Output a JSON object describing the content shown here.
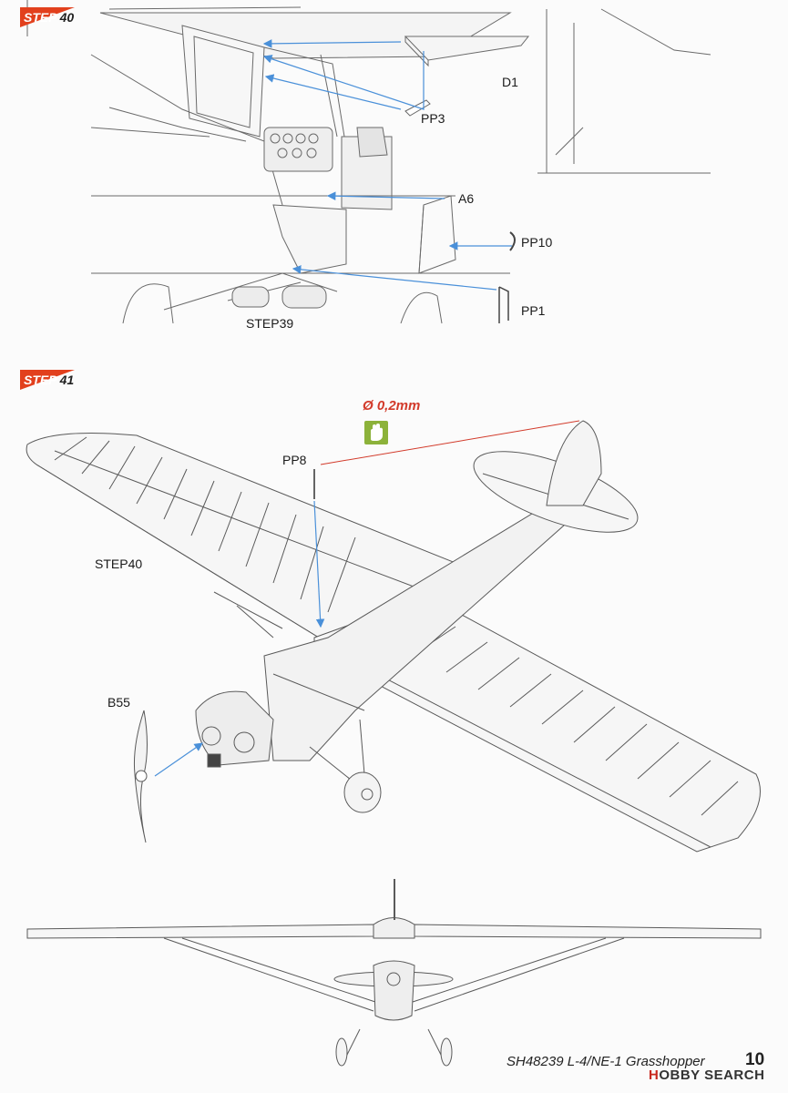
{
  "steps": {
    "step40": {
      "word": "STEP",
      "number": "40"
    },
    "step41": {
      "word": "STEP",
      "number": "41"
    }
  },
  "parts": {
    "pp3": "PP3",
    "d1": "D1",
    "a6": "A6",
    "pp10": "PP10",
    "pp1": "PP1",
    "step39_ref": "STEP39",
    "pp8": "PP8",
    "step40_ref": "STEP40",
    "b55": "B55"
  },
  "callout": {
    "wire_diameter": "Ø 0,2mm",
    "icon": "hand-icon"
  },
  "footer": {
    "title": "SH48239 L-4/NE-1 Grasshopper",
    "page_number": "10"
  },
  "watermark": {
    "brand_h": "H",
    "brand_rest": "OBBY SEARCH"
  },
  "colors": {
    "step_badge": "#e2401d",
    "arrow_blue": "#4a90d9",
    "dimension_red": "#d23a2a",
    "hand_green": "#8cb23a"
  }
}
